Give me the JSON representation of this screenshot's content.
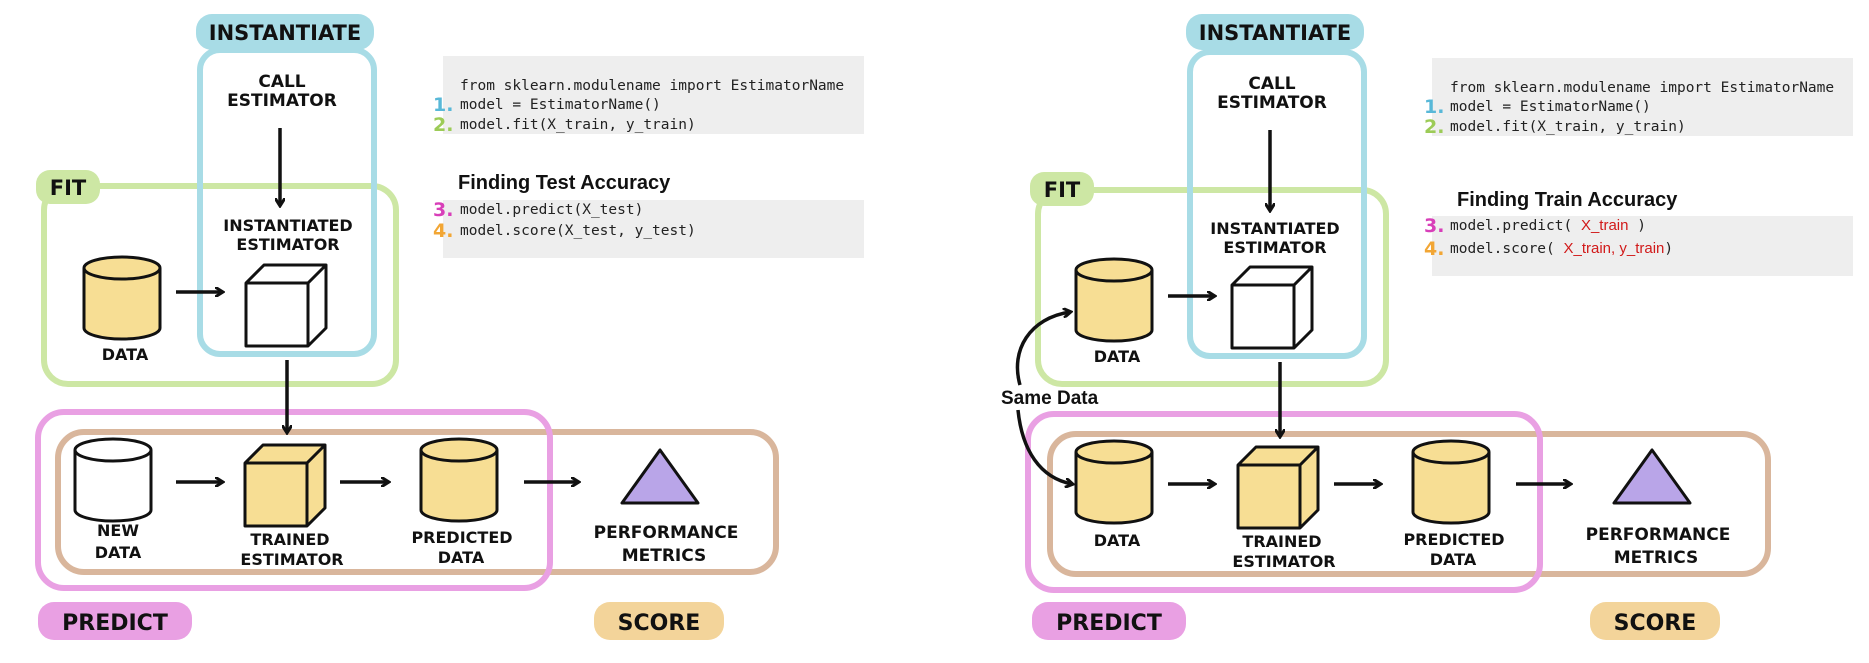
{
  "colors": {
    "instantiate": "#a8dce6",
    "fit": "#cde7a4",
    "predict": "#e9a0e3",
    "score": "#f3d49a",
    "score_frame": "#d9b69c",
    "cylinder": "#f7de94",
    "triangle": "#b9a5e8",
    "step1": "#58b8d8",
    "step2": "#9ccb57",
    "step3": "#d83fb9",
    "step4": "#f2a634",
    "highlight": "#d11a1a"
  },
  "left": {
    "labels": {
      "instantiate": "INSTANTIATE",
      "call": "CALL",
      "estimator": "ESTIMATOR",
      "fit": "FIT",
      "instantiated": "INSTANTIATED",
      "instantiated_est": "ESTIMATOR",
      "data": "DATA",
      "new": "NEW",
      "new_data": "DATA",
      "trained": "TRAINED",
      "trained_est": "ESTIMATOR",
      "predicted": "PREDICTED",
      "predicted_data": "DATA",
      "performance": "PERFORMANCE",
      "metrics": "METRICS",
      "predict": "PREDICT",
      "score": "SCORE"
    },
    "code": {
      "line0": "from sklearn.modulename import EstimatorName",
      "line1": "model = EstimatorName()",
      "line2": "model.fit(X_train, y_train)",
      "heading": "Finding Test Accuracy",
      "line3": "model.predict(X_test)",
      "line4": "model.score(X_test, y_test)",
      "n1": "1.",
      "n2": "2.",
      "n3": "3.",
      "n4": "4."
    }
  },
  "right": {
    "labels": {
      "instantiate": "INSTANTIATE",
      "call": "CALL",
      "estimator": "ESTIMATOR",
      "fit": "FIT",
      "instantiated": "INSTANTIATED",
      "instantiated_est": "ESTIMATOR",
      "data": "DATA",
      "data2": "DATA",
      "trained": "TRAINED",
      "trained_est": "ESTIMATOR",
      "predicted": "PREDICTED",
      "predicted_data": "DATA",
      "performance": "PERFORMANCE",
      "metrics": "METRICS",
      "predict": "PREDICT",
      "score": "SCORE",
      "same_data": "Same Data"
    },
    "code": {
      "line0": "from sklearn.modulename import EstimatorName",
      "line1": "model = EstimatorName()",
      "line2": "model.fit(X_train, y_train)",
      "heading": "Finding Train Accuracy",
      "line3_prefix": "model.predict( ",
      "line3_arg": "X_train",
      "line3_suffix": " )",
      "line4_prefix": "model.score( ",
      "line4_arg": "X_train, y_train",
      "line4_suffix": ")",
      "n1": "1.",
      "n2": "2.",
      "n3": "3.",
      "n4": "4."
    }
  }
}
